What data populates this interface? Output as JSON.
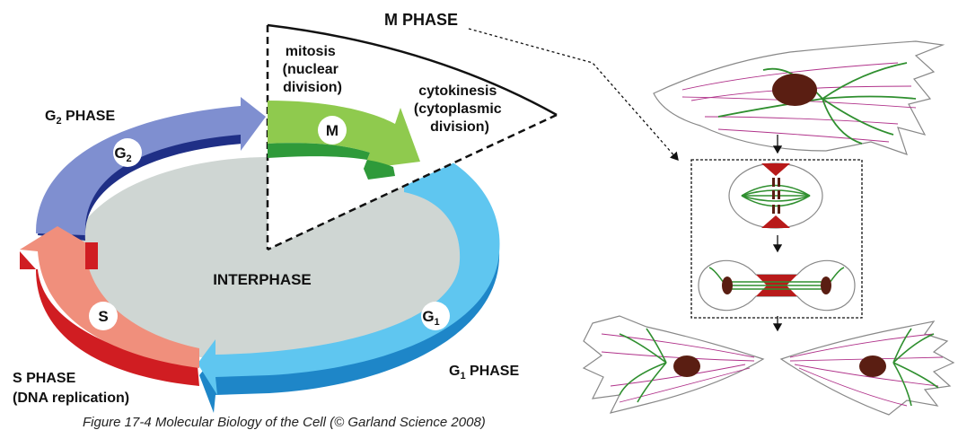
{
  "cycle": {
    "m_phase_title": "M PHASE",
    "mitosis": [
      "mitosis",
      "(nuclear",
      "division)"
    ],
    "cytokinesis": [
      "cytokinesis",
      "(cytoplasmic",
      "division)"
    ],
    "m_badge": "M",
    "g2_title_main": "G",
    "g2_title_sub": "2",
    "g2_title_rest": " PHASE",
    "g2_badge_main": "G",
    "g2_badge_sub": "2",
    "s_badge": "S",
    "s_title": [
      "S PHASE",
      "(DNA replication)"
    ],
    "g1_badge_main": "G",
    "g1_badge_sub": "1",
    "g1_title_main": "G",
    "g1_title_sub": "1",
    "g1_title_rest": " PHASE",
    "center": "INTERPHASE"
  },
  "caption": "Figure 17-4  Molecular Biology of the Cell (© Garland Science 2008)",
  "colors": {
    "g2_top": "#7f8fd0",
    "g2_side": "#1f2f86",
    "m_top": "#8fca4e",
    "m_side": "#2f9a3a",
    "g1_top": "#5fc6f0",
    "g1_side": "#1e86c8",
    "s_top": "#f08f7c",
    "s_side": "#d01d22",
    "interphase_fill": "#cfd6d3",
    "microtubule": "#2f8f2f",
    "actin": "#b0328a",
    "nucleus": "#5a1e12",
    "furrow": "#b81a1a"
  }
}
